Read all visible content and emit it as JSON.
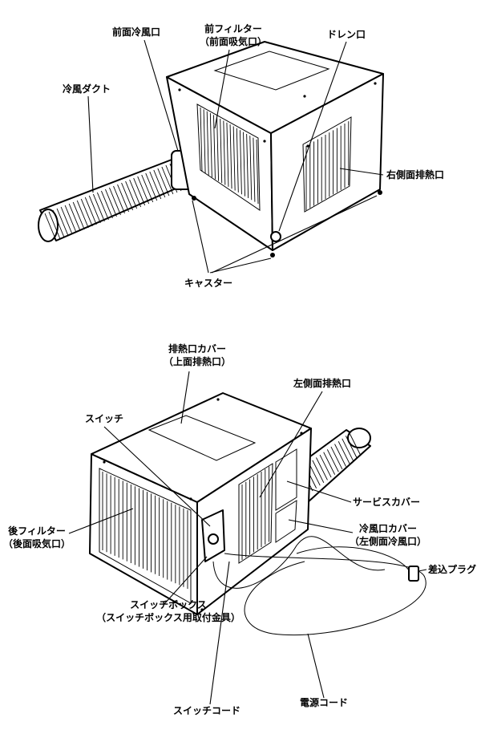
{
  "top_view": {
    "labels": {
      "front_cool_outlet": "前面冷風口",
      "front_filter_line1": "前フィルター",
      "front_filter_line2": "（前面吸気口）",
      "drain": "ドレン口",
      "cool_duct": "冷風ダクト",
      "right_exhaust": "右側面排熱口",
      "caster": "キャスター"
    }
  },
  "bottom_view": {
    "labels": {
      "exhaust_cover_line1": "排熱口カバー",
      "exhaust_cover_line2": "（上面排熱口）",
      "left_exhaust": "左側面排熱口",
      "switch": "スイッチ",
      "service_cover": "サービスカバー",
      "rear_filter_line1": "後フィルター",
      "rear_filter_line2": "（後面吸気口）",
      "cool_outlet_cover_line1": "冷風口カバー",
      "cool_outlet_cover_line2": "（左側面冷風口）",
      "plug": "差込プラグ",
      "switch_box_line1": "スイッチボックス",
      "switch_box_line2": "（スイッチボックス用取付金具）",
      "switch_cord": "スイッチコード",
      "power_cord": "電源コード"
    }
  }
}
